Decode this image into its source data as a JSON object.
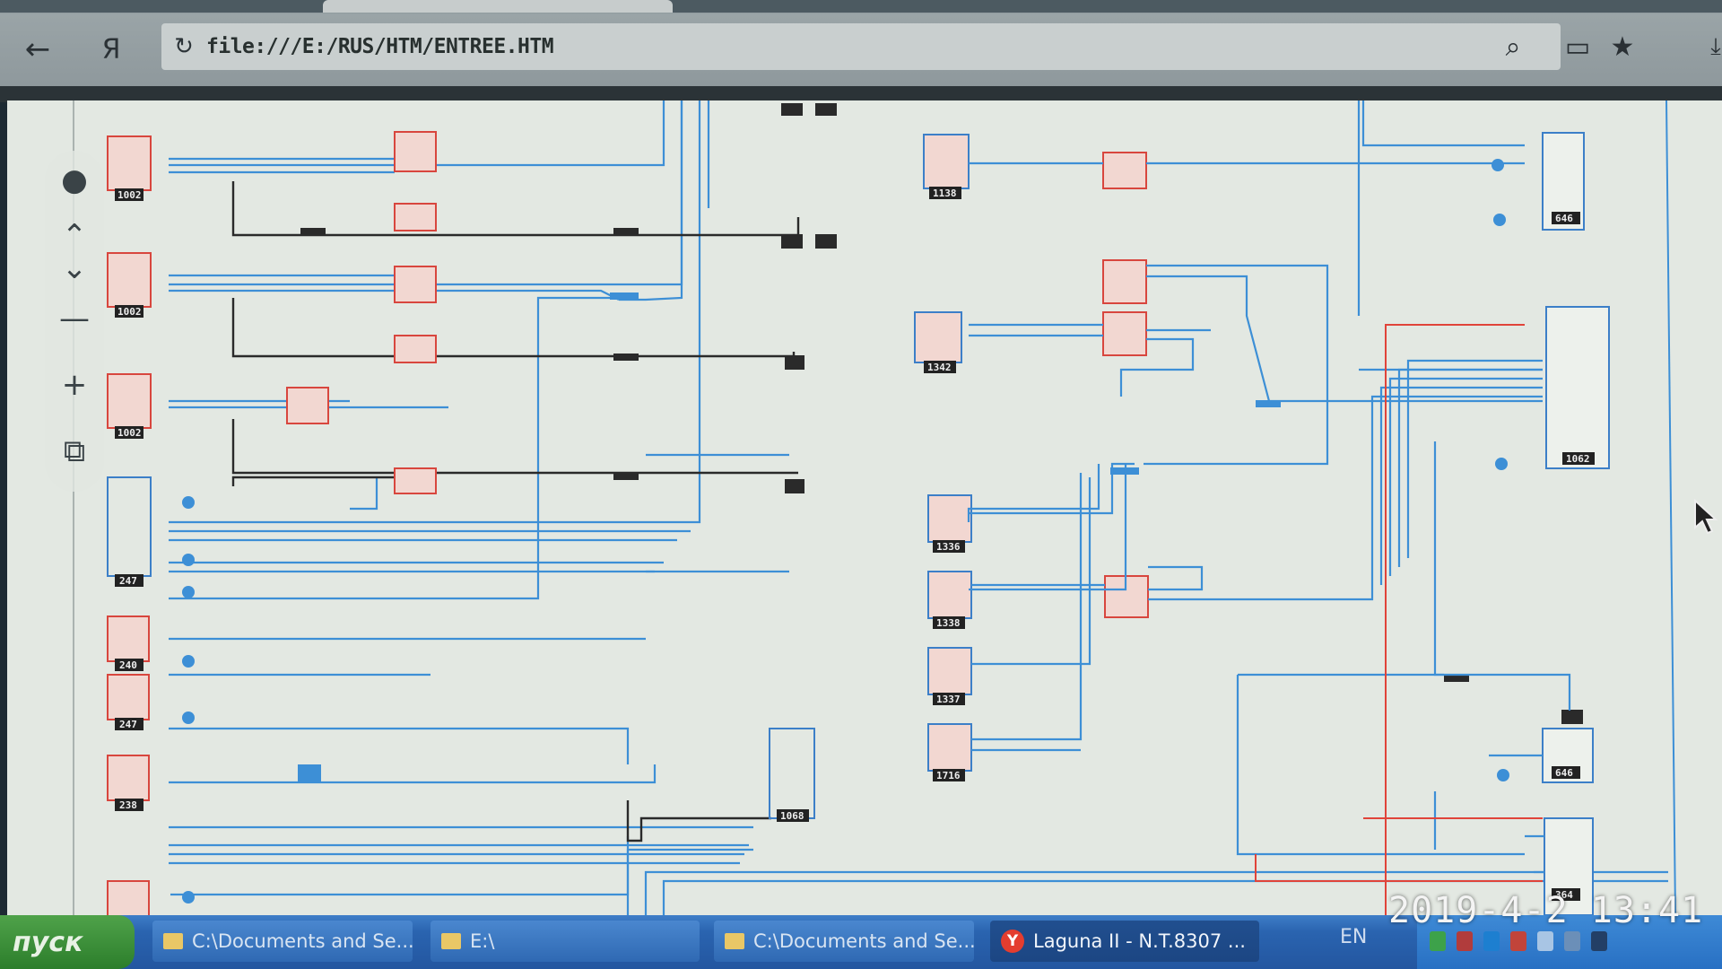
{
  "browser": {
    "back_icon": "←",
    "brand_icon": "Я",
    "reload_icon": "↻",
    "url": "file:///E:/RUS/HTM/ENTREE.HTM",
    "search_icon": "⌕",
    "page_icon": "▭",
    "bookmark_icon": "★",
    "download_icon": "⤓"
  },
  "viewer": {
    "zoom_controls": [
      "●",
      "⌃",
      "⌄",
      "—",
      "+",
      "⧉"
    ]
  },
  "diagram": {
    "component_labels": {
      "c1": "1002",
      "c2": "1002",
      "c3": "1002",
      "c4": "247",
      "c5": "240",
      "c6": "247",
      "c7": "238",
      "c8": "1138",
      "c9": "1342",
      "c10": "1336",
      "c11": "1338",
      "c12": "1337",
      "c13": "1716",
      "c14": "1068",
      "c15": "646",
      "c16": "1062",
      "c17": "646",
      "c18": "364"
    }
  },
  "taskbar": {
    "start_label": "пуск",
    "tasks": [
      {
        "label": "C:\\Documents and Se..."
      },
      {
        "label": "E:\\"
      },
      {
        "label": "C:\\Documents and Se..."
      },
      {
        "label": "Laguna II - N.T.8307 ..."
      }
    ],
    "language": "EN"
  },
  "photo_timestamp": "2019-4-2 13:41",
  "colors": {
    "wire_blue": "#3d8fd6",
    "wire_black": "#2a2a2a",
    "wire_red": "#e0443a",
    "component_red": "#d8463e",
    "component_blue": "#3c7fc8",
    "paper": "#e3e8e2"
  }
}
